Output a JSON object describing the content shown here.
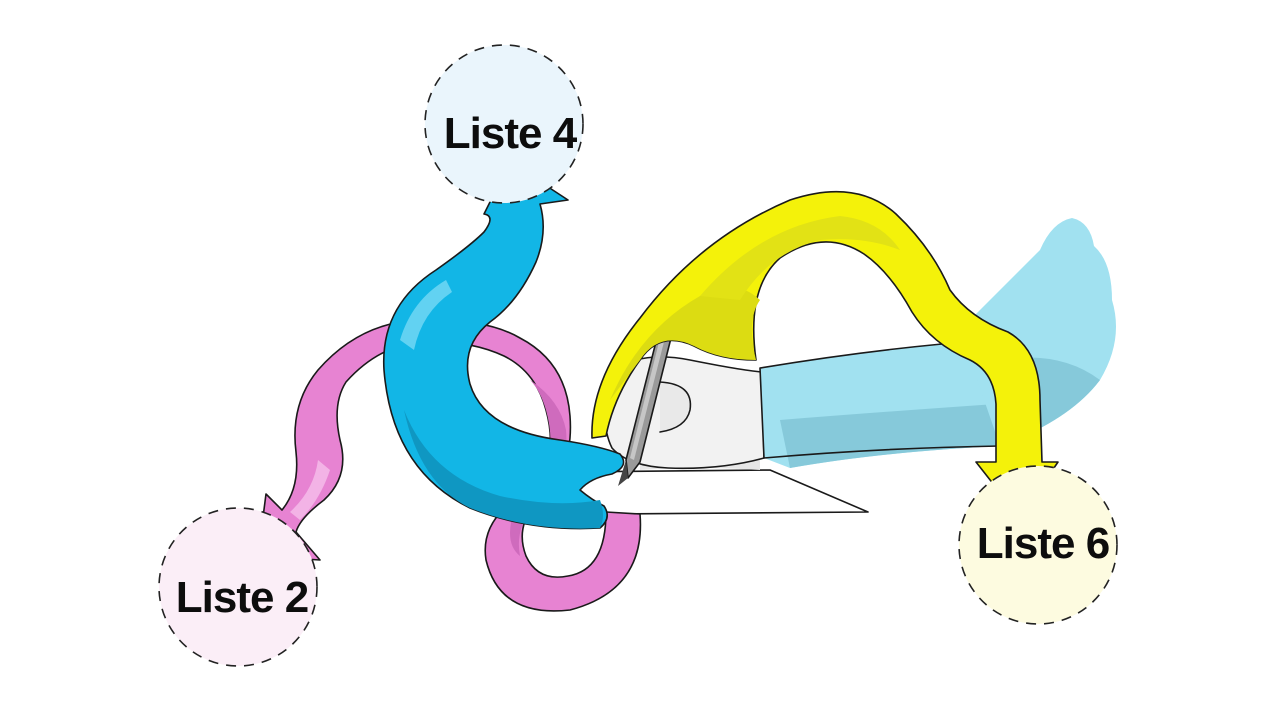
{
  "nodes": [
    {
      "id": "liste4",
      "label": "Liste 4",
      "fill": "#eaf5fc"
    },
    {
      "id": "liste2",
      "label": "Liste 2",
      "fill": "#fbeef7"
    },
    {
      "id": "liste6",
      "label": "Liste 6",
      "fill": "#fdfbe0"
    }
  ],
  "arrows": [
    {
      "id": "blue-arrow",
      "color": "#12b6e6",
      "target": "liste4"
    },
    {
      "id": "pink-arrow",
      "color": "#e783d2",
      "target": "liste2"
    },
    {
      "id": "yellow-arrow",
      "color": "#f4f20a",
      "target": "liste6"
    }
  ],
  "illustration": {
    "arm_color": "#a1e1f0",
    "pen_color": "#9a9a9a"
  }
}
